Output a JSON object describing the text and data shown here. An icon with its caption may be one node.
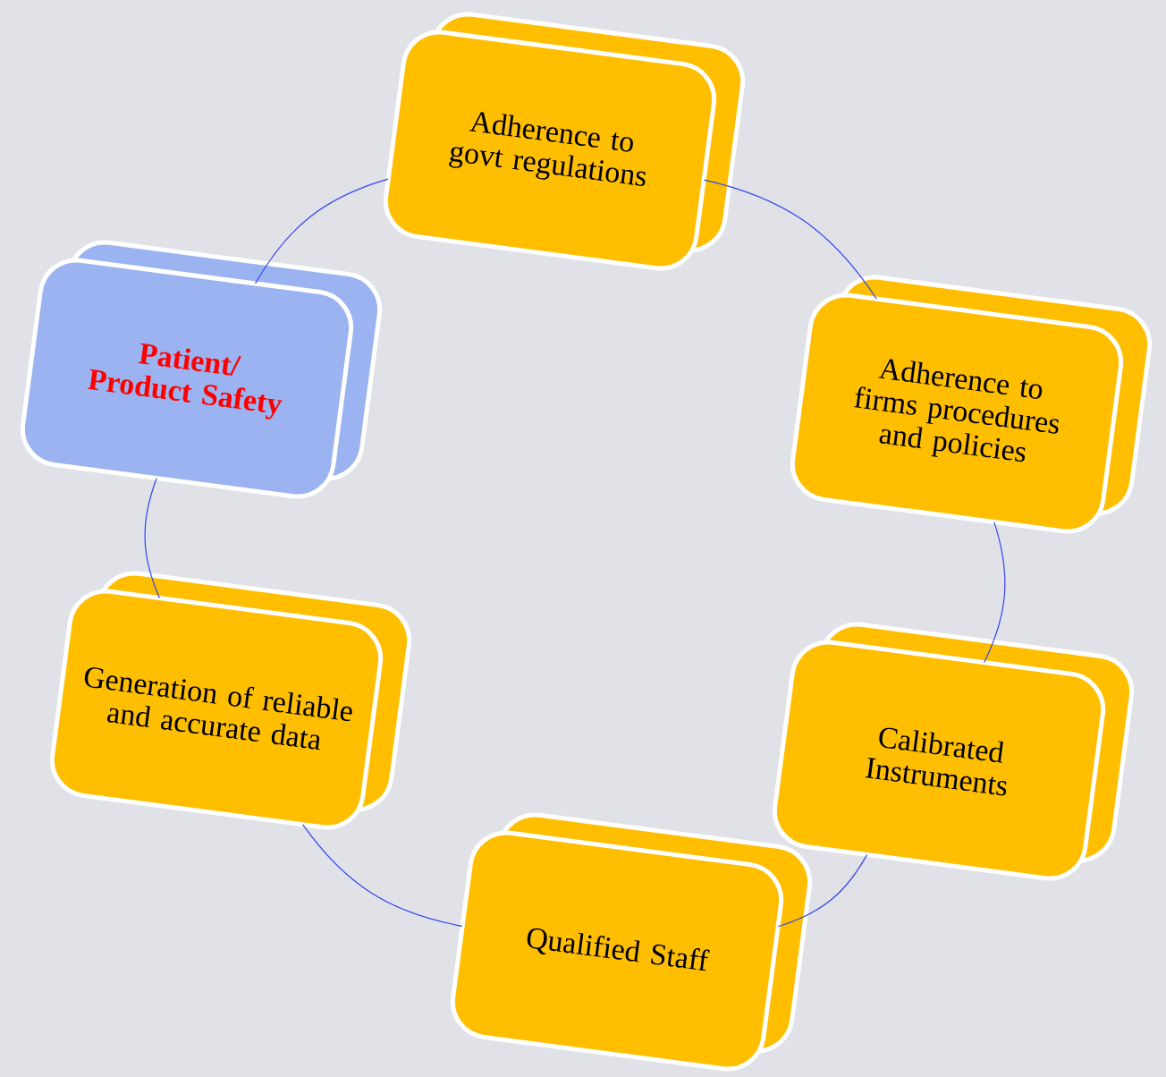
{
  "diagram": {
    "nodes": [
      {
        "text": [
          "Adherence to govt regulations"
        ]
      },
      {
        "text": [
          "Adherence to firms procedures and policies"
        ]
      },
      {
        "text": [
          "Calibrated Instruments"
        ]
      },
      {
        "text": [
          "Qualified Staff"
        ]
      },
      {
        "text": [
          "Generation of reliable and accurate data"
        ]
      },
      {
        "text": [
          "Patient/ Product Safety"
        ]
      }
    ],
    "edges": [
      {
        "from": 0,
        "to": 1,
        "arrow": "none"
      },
      {
        "from": 1,
        "to": 2,
        "arrow": "none"
      },
      {
        "from": 2,
        "to": 3,
        "arrow": "none"
      },
      {
        "from": 3,
        "to": 4,
        "arrow": "none"
      },
      {
        "from": 4,
        "to": 5,
        "arrow": "none"
      },
      {
        "from": 5,
        "to": 0,
        "arrow": "none"
      }
    ]
  }
}
